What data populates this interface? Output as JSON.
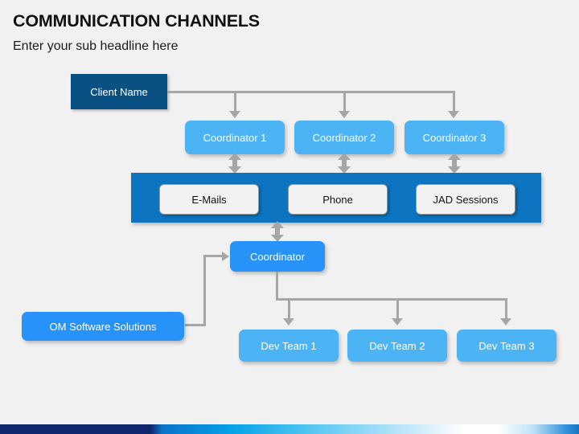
{
  "slide": {
    "title": "COMMUNICATION CHANNELS",
    "subtitle": "Enter your sub headline here",
    "background_color": "#f1f1f1"
  },
  "colors": {
    "dark_blue": "#0a5183",
    "band_blue": "#0c74c0",
    "light_blue": "#4cb3f5",
    "bright_blue": "#2792f7",
    "connector_gray": "#a6a6a6",
    "chip_fill": "#f2f2f2"
  },
  "nodes": {
    "client": {
      "label": "Client Name"
    },
    "coordinators": [
      {
        "label": "Coordinator 1"
      },
      {
        "label": "Coordinator 2"
      },
      {
        "label": "Coordinator 3"
      }
    ],
    "channels": [
      {
        "label": "E-Mails"
      },
      {
        "label": "Phone"
      },
      {
        "label": "JAD Sessions"
      }
    ],
    "coordinator_lower": {
      "label": "Coordinator"
    },
    "vendor": {
      "label": "OM Software Solutions"
    },
    "dev_teams": [
      {
        "label": "Dev Team 1"
      },
      {
        "label": "Dev Team 2"
      },
      {
        "label": "Dev Team 3"
      }
    ]
  }
}
